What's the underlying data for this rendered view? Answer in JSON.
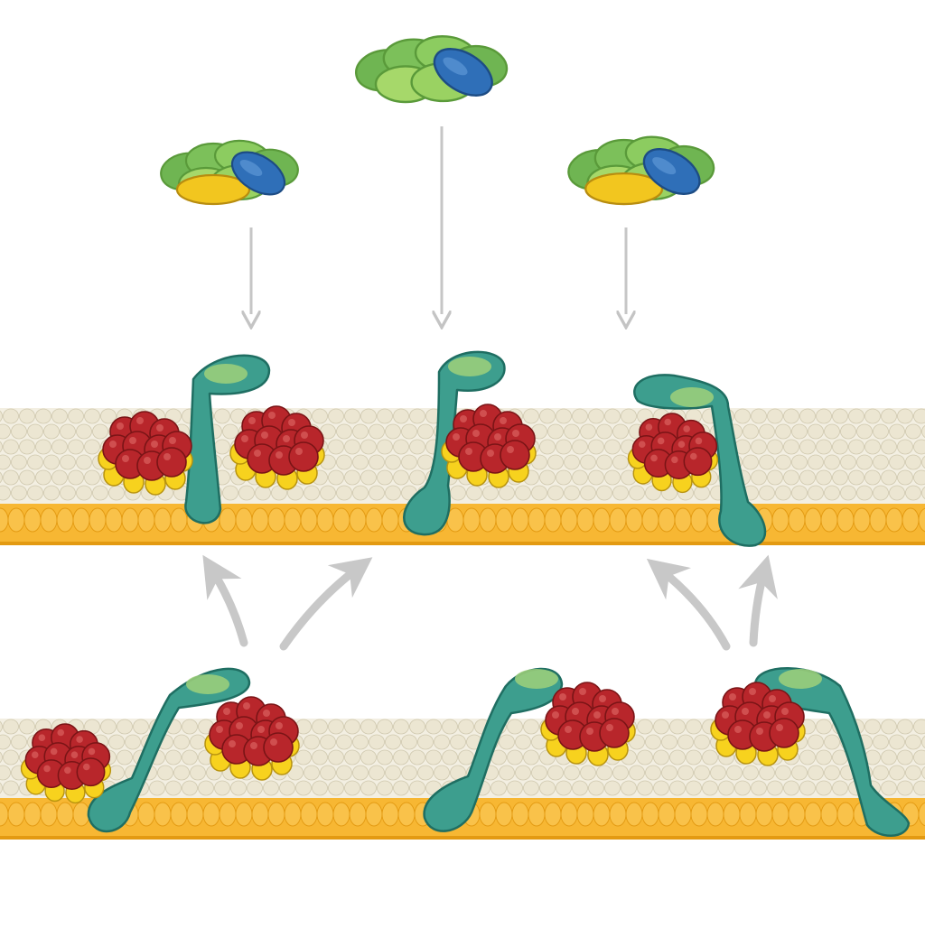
{
  "colors": {
    "background": "#ffffff",
    "membrane_bead": "#ece6d2",
    "membrane_bead_edge": "#cfc8ae",
    "membrane_orange": "#f7b733",
    "membrane_orange_edge": "#e39a12",
    "protein_teal": "#3d9e8e",
    "protein_teal_dark": "#1f6e62",
    "protein_lightgreen": "#9fd07a",
    "complex_green": "#8cc85a",
    "complex_green_dark": "#5a9a3a",
    "complex_blue": "#2f6fb8",
    "complex_blue_dark": "#1d4c84",
    "complex_yellow": "#f2c61f",
    "cluster_red": "#b8262b",
    "cluster_red_dark": "#7a1416",
    "cluster_yellow": "#f7d21e",
    "arrow_gray": "#c8c8c8"
  },
  "icons": {
    "complex": "protein-complex-icon",
    "receptor": "membrane-receptor-icon",
    "cluster": "lipid-raft-cluster-icon",
    "arrow": "arrow-icon"
  },
  "membranes": [
    {
      "name": "upper-membrane"
    },
    {
      "name": "lower-membrane"
    }
  ],
  "complexes": [
    {
      "name": "left",
      "has_yellow": true
    },
    {
      "name": "center",
      "has_yellow": false
    },
    {
      "name": "right",
      "has_yellow": true
    }
  ],
  "arrows": [
    {
      "name": "left-down"
    },
    {
      "name": "center-down"
    },
    {
      "name": "right-down"
    },
    {
      "name": "lower-left-up-left"
    },
    {
      "name": "lower-left-up-right"
    },
    {
      "name": "lower-right-up-left"
    },
    {
      "name": "lower-right-up"
    }
  ],
  "receptors": [
    {
      "name": "upper-left"
    },
    {
      "name": "upper-center"
    },
    {
      "name": "upper-right"
    },
    {
      "name": "lower-left"
    },
    {
      "name": "lower-center"
    },
    {
      "name": "lower-right"
    }
  ],
  "clusters": [
    {
      "name": "upper-1"
    },
    {
      "name": "upper-2"
    },
    {
      "name": "upper-3"
    },
    {
      "name": "upper-4"
    },
    {
      "name": "lower-1"
    },
    {
      "name": "lower-2"
    },
    {
      "name": "lower-3"
    },
    {
      "name": "lower-4"
    }
  ]
}
